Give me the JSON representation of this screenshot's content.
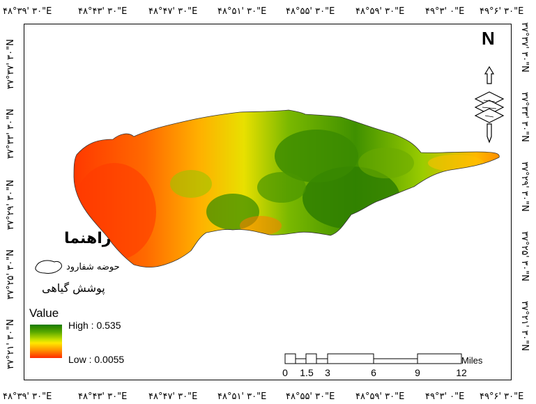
{
  "axes": {
    "longitudes": [
      "۴۸°۳۹' ۳۰\"E",
      "۴۸°۴۳' ۳۰\"E",
      "۴۸°۴۷' ۳۰\"E",
      "۴۸°۵۱' ۳۰\"E",
      "۴۸°۵۵' ۳۰\"E",
      "۴۸°۵۹' ۳۰\"E",
      "۴۹°۳' ۰\"E",
      "۴۹°۶' ۳۰\"E"
    ],
    "latitudes_left": [
      "۳۷°۳۷' ۳۰\"N",
      "۳۷°۳۳' ۳۰\"N",
      "۳۷°۲۹' ۳۰\"N",
      "۳۷°۲۵' ۳۰\"N",
      "۳۷°۲۱' ۳۰\"N"
    ],
    "latitudes_right": [
      "۳۷°۳۷' ۳۰\"N",
      "۳۷°۳۳' ۳۰\"N",
      "۳۷°۲۹' ۳۰\"N",
      "۳۷°۲۵' ۳۰\"N",
      "۳۷°۲۱' ۳۰\"N"
    ]
  },
  "north_arrow": {
    "letter": "N"
  },
  "legend": {
    "title": "راهنما",
    "basin_label": "حوضه شفارود",
    "layer_label": "پوشش گیاهی",
    "value_label": "Value",
    "high_label": "High : 0.535",
    "low_label": "Low : 0.0055",
    "colors": {
      "high": "#1a7a00",
      "mid": "#ffe800",
      "low": "#ff2a00"
    }
  },
  "scale_bar": {
    "labels": [
      "0",
      "1.5",
      "3",
      "6",
      "9",
      "12"
    ],
    "unit": "Miles"
  }
}
